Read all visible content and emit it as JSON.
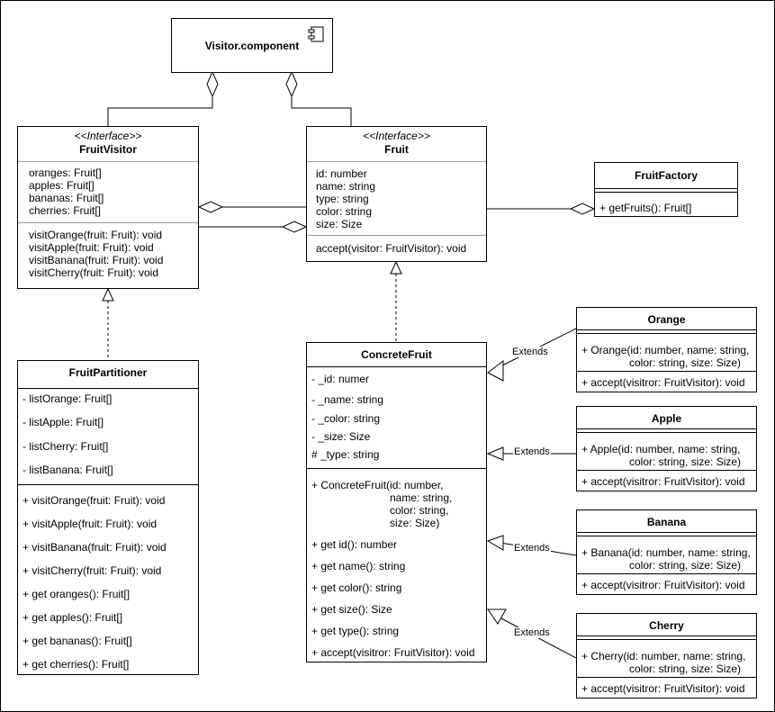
{
  "component": {
    "name": "Visitor.component"
  },
  "fruit_visitor": {
    "stereotype": "<<Interface>>",
    "name": "FruitVisitor",
    "attributes": [
      "oranges: Fruit[]",
      "apples: Fruit[]",
      "bananas: Fruit[]",
      "cherries: Fruit[]"
    ],
    "methods": [
      "visitOrange(fruit: Fruit): void",
      "visitApple(fruit: Fruit): void",
      "visitBanana(fruit: Fruit): void",
      "visitCherry(fruit: Fruit): void"
    ]
  },
  "fruit": {
    "stereotype": "<<Interface>>",
    "name": "Fruit",
    "attributes": [
      "id: number",
      "name: string",
      "type: string",
      "color: string",
      "size: Size"
    ],
    "methods": [
      "accept(visitor: FruitVisitor): void"
    ]
  },
  "fruit_factory": {
    "name": "FruitFactory",
    "methods": [
      "+ getFruits(): Fruit[]"
    ]
  },
  "fruit_partitioner": {
    "name": "FruitPartitioner",
    "attributes": [
      "- listOrange: Fruit[]",
      "- listApple: Fruit[]",
      "- listCherry: Fruit[]",
      "- listBanana: Fruit[]"
    ],
    "methods": [
      "+ visitOrange(fruit: Fruit): void",
      "+ visitApple(fruit: Fruit): void",
      "+ visitBanana(fruit: Fruit): void",
      "+ visitCherry(fruit: Fruit): void",
      "+ get oranges(): Fruit[]",
      "+ get apples(): Fruit[]",
      "+ get bananas(): Fruit[]",
      "+ get cherries(): Fruit[]"
    ]
  },
  "concrete_fruit": {
    "name": "ConcreteFruit",
    "attributes": [
      "- _id: numer",
      "- _name: string",
      "- _color: string",
      "- _size: Size",
      "# _type: string"
    ],
    "constructor": [
      "+ ConcreteFruit(id: number,",
      "name: string,",
      "color: string,",
      "size: Size)"
    ],
    "methods": [
      "+ get id(): number",
      "+ get name(): string",
      "+ get color(): string",
      "+ get size(): Size",
      "+ get type(): string",
      "+ accept(visitror: FruitVisitor): void"
    ]
  },
  "orange": {
    "name": "Orange",
    "constructor": [
      "+ Orange(id: number, name: string,",
      "color: string, size: Size)"
    ],
    "method": "+ accept(visitror: FruitVisitor): void"
  },
  "apple": {
    "name": "Apple",
    "constructor": [
      "+ Apple(id: number, name: string,",
      "color: string, size: Size)"
    ],
    "method": "+ accept(visitror: FruitVisitor): void"
  },
  "banana": {
    "name": "Banana",
    "constructor": [
      "+ Banana(id: number, name: string,",
      "color: string, size: Size)"
    ],
    "method": "+ accept(visitror: FruitVisitor): void"
  },
  "cherry": {
    "name": "Cherry",
    "constructor": [
      "+ Cherry(id: number, name: string,",
      "color: string, size: Size)"
    ],
    "method": "+ accept(visitror: FruitVisitor): void"
  },
  "extends_label": "Extends",
  "component_icon": "component-icon"
}
